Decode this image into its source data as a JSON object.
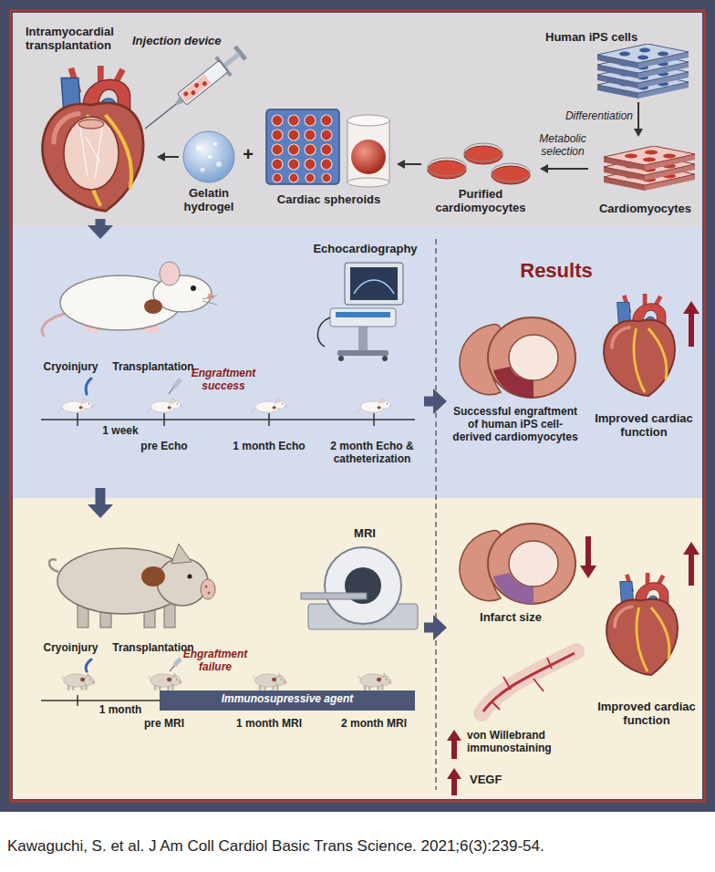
{
  "diagram": {
    "caption": "Kawaguchi, S. et al. J Am Coll Cardiol Basic Trans Science. 2021;6(3):239-54.",
    "nodes": [
      {
        "text": [
          "Human iPS cells"
        ]
      },
      {
        "text": [
          "Cardiomyocytes"
        ]
      },
      {
        "text": [
          "Purified cardiomyocytes"
        ]
      },
      {
        "text": [
          "Cardiac spheroids"
        ]
      },
      {
        "text": [
          "Gelatin hydrogel"
        ]
      },
      {
        "text": [
          "Intramyocardial transplantation"
        ]
      },
      {
        "text": [
          "Cryoinjury",
          "Transplantation",
          "Engraftment success",
          "1 week",
          "pre Echo",
          "1 month Echo",
          "2 month Echo & catheterization"
        ]
      },
      {
        "text": [
          "Echocardiography"
        ]
      },
      {
        "text": [
          "Successful engraftment of human iPS cell-derived cardiomyocytes"
        ]
      },
      {
        "text": [
          "Improved cardiac function"
        ]
      },
      {
        "text": [
          "Cryoinjury",
          "Transplantation",
          "Engraftment failure",
          "1 month",
          "pre MRI",
          "1 month MRI",
          "2 month MRI"
        ]
      },
      {
        "text": [
          "Immunosupressive agent"
        ],
        "in": 10
      },
      {
        "text": [
          "MRI"
        ]
      },
      {
        "text": [
          "Infarct size"
        ]
      },
      {
        "text": [
          "von Willebrand immunostaining"
        ]
      },
      {
        "text": [
          "Improved cardiac function"
        ]
      }
    ],
    "edges": [
      {
        "from": 0,
        "to": 1,
        "arrow": "to",
        "label": "Differentiation"
      },
      {
        "from": 1,
        "to": 2,
        "arrow": "to",
        "label": "Metabolic selection"
      },
      {
        "from": 2,
        "to": 3,
        "arrow": "to"
      },
      {
        "from": 4,
        "to": 5,
        "arrow": "to"
      },
      {
        "from": 5,
        "to": 6,
        "arrow": "to"
      },
      {
        "from": 6,
        "to": 8,
        "arrow": "to"
      },
      {
        "from": 6,
        "to": 10,
        "arrow": "to"
      },
      {
        "from": 10,
        "to": 13,
        "arrow": "to"
      }
    ],
    "labels": [
      "Injection device",
      "+",
      "Results",
      "VEGF"
    ]
  }
}
